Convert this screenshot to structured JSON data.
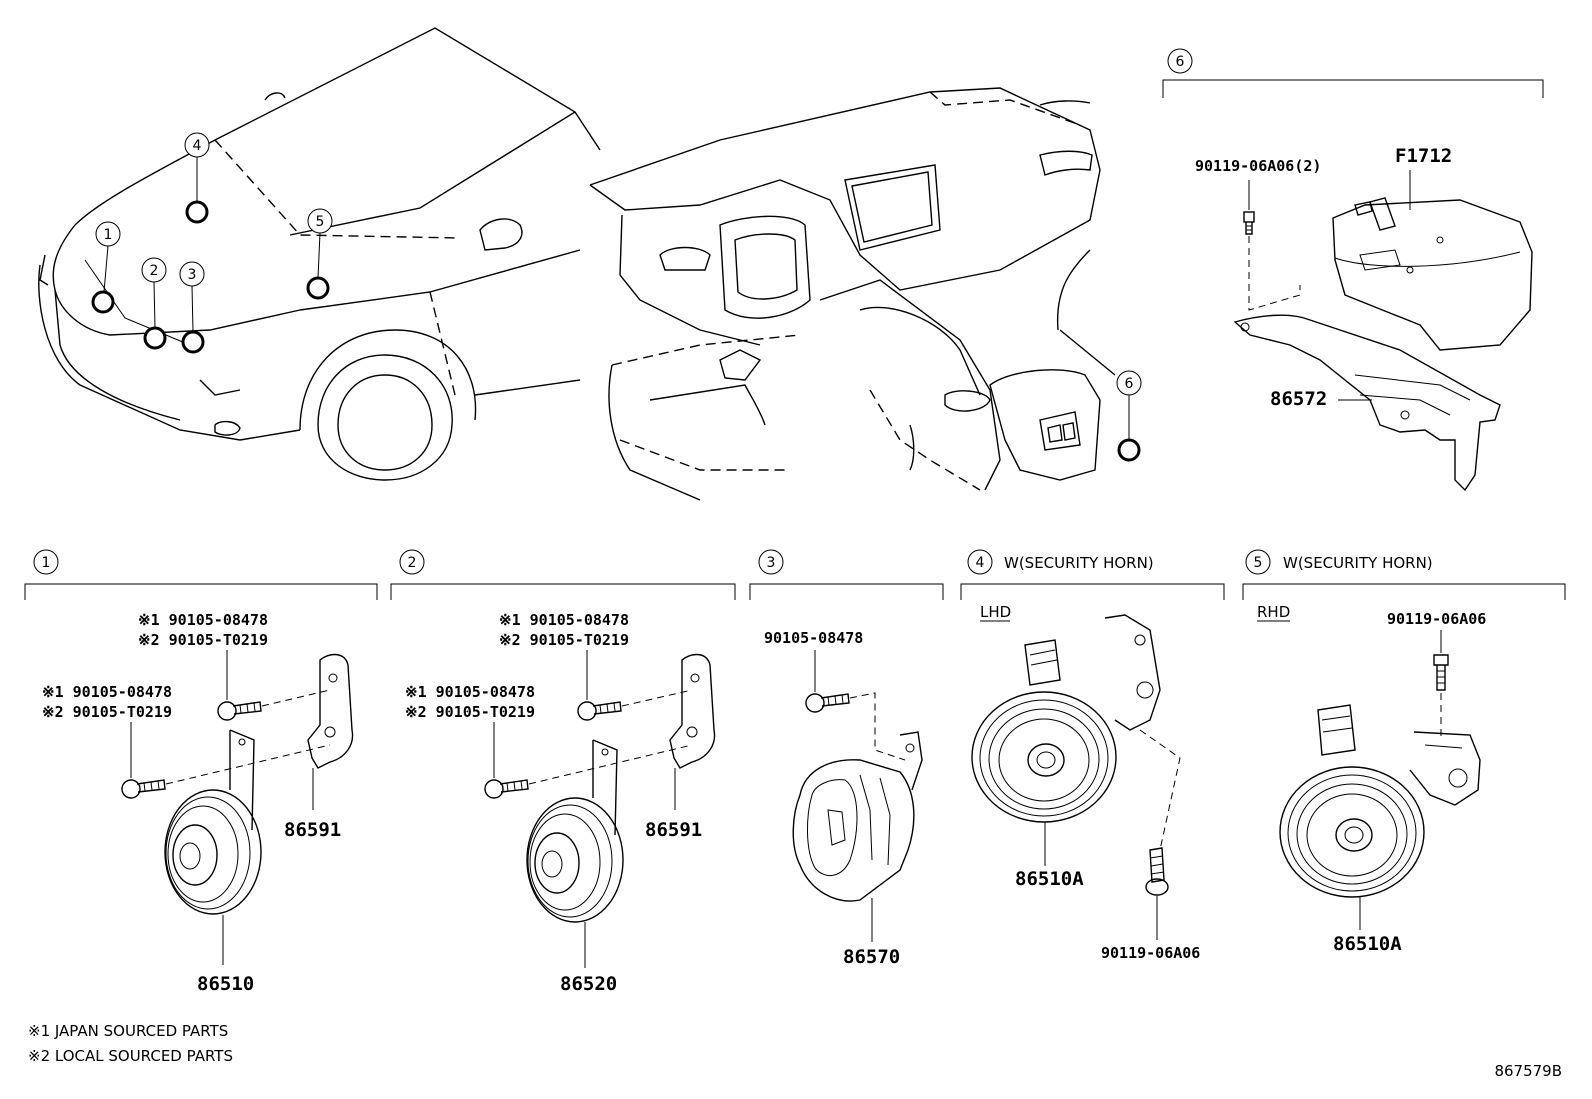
{
  "diagram_id": "867579B",
  "notes": [
    "※1 JAPAN SOURCED PARTS",
    "※2 LOCAL SOURCED PARTS"
  ],
  "callouts": [
    "1",
    "2",
    "3",
    "4",
    "5",
    "6"
  ],
  "group6": {
    "num": "6",
    "bolt": "90119-06A06(2)",
    "cover": "F1712",
    "bracket": "86572"
  },
  "sections": {
    "s1": {
      "num": "1",
      "title": "",
      "upper_bolt": [
        "※1 90105-08478",
        "※2 90105-T0219"
      ],
      "lower_bolt": [
        "※1 90105-08478",
        "※2 90105-T0219"
      ],
      "bracket": "86591",
      "horn": "86510"
    },
    "s2": {
      "num": "2",
      "title": "",
      "upper_bolt": [
        "※1 90105-08478",
        "※2 90105-T0219"
      ],
      "lower_bolt": [
        "※1 90105-08478",
        "※2 90105-T0219"
      ],
      "bracket": "86591",
      "horn": "86520"
    },
    "s3": {
      "num": "3",
      "title": "",
      "bolt": "90105-08478",
      "horn": "86570"
    },
    "s4": {
      "num": "4",
      "title": "W(SECURITY HORN)",
      "side": "LHD",
      "horn": "86510A",
      "bolt": "90119-06A06"
    },
    "s5": {
      "num": "5",
      "title": "W(SECURITY HORN)",
      "side": "RHD",
      "bolt": "90119-06A06",
      "horn": "86510A"
    }
  }
}
